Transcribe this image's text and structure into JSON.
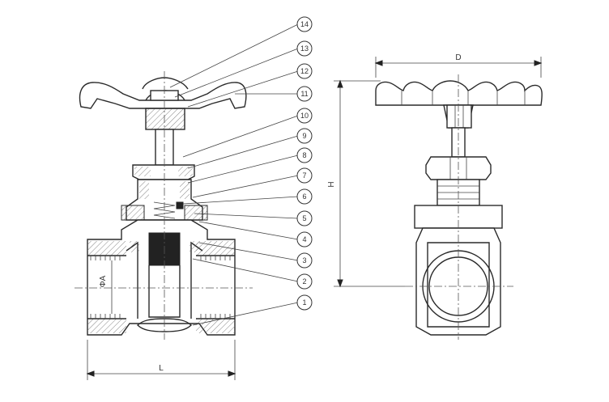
{
  "callouts": [
    "14",
    "13",
    "12",
    "11",
    "10",
    "9",
    "8",
    "7",
    "6",
    "5",
    "4",
    "3",
    "2",
    "1"
  ],
  "dimensions": {
    "length": "L",
    "diameter": "D",
    "height": "H",
    "thread": "ΦA"
  }
}
